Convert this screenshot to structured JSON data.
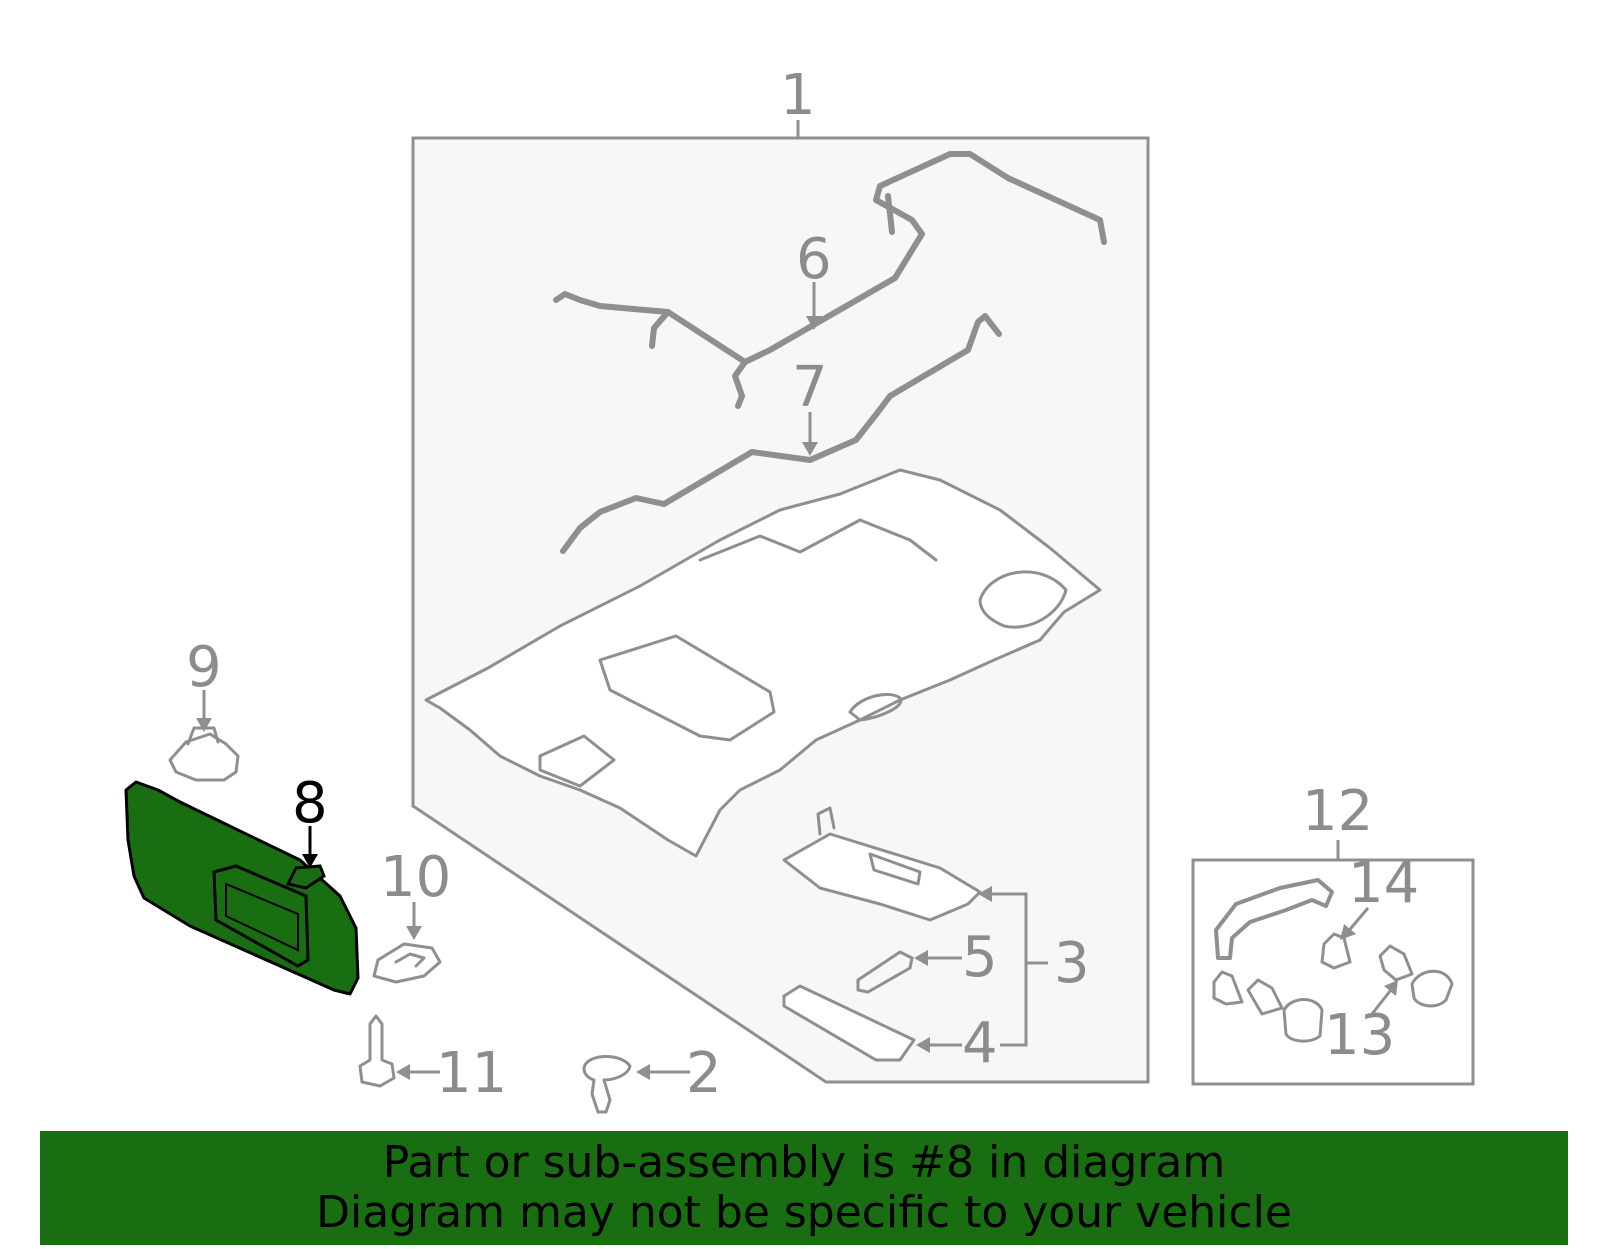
{
  "callouts": {
    "c1": "1",
    "c2": "2",
    "c3": "3",
    "c4": "4",
    "c5": "5",
    "c6": "6",
    "c7": "7",
    "c8": "8",
    "c9": "9",
    "c10": "10",
    "c11": "11",
    "c12": "12",
    "c13": "13",
    "c14": "14"
  },
  "highlighted_part": "8",
  "banner": {
    "line1": "Part or sub-assembly is #8 in diagram",
    "line2": "Diagram may not be specific to your vehicle"
  },
  "colors": {
    "highlight": "#1a6e12",
    "banner_bg": "#1a6e12",
    "line_art": "#8f8f8f"
  }
}
